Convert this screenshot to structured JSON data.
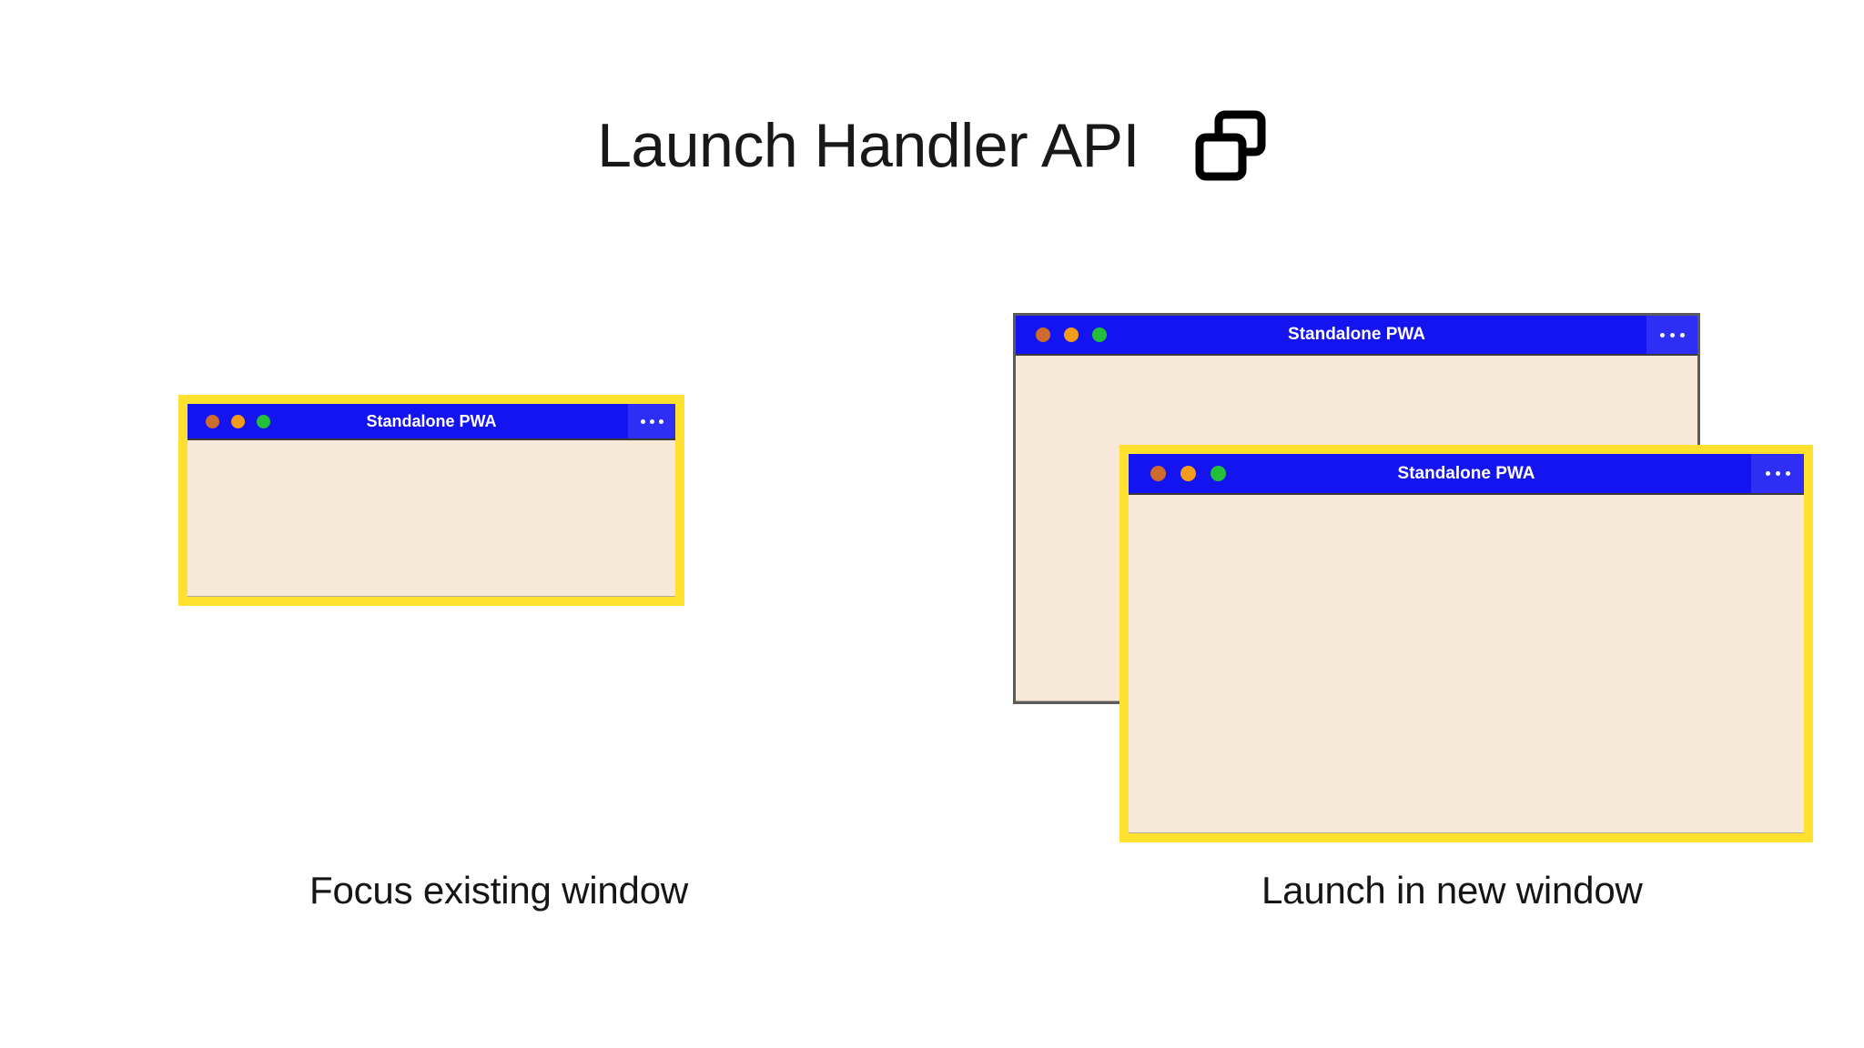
{
  "header": {
    "title": "Launch Handler API",
    "icon": "windows-overlap-icon"
  },
  "theme": {
    "page_background": "#FFFFFF",
    "titlebar_blue": "#1414F0",
    "menu_button_blue": "#2E2EF5",
    "window_body_cream": "#F7E9D7",
    "focus_border_yellow": "#FFE02E",
    "unfocused_border_gray": "#5A5A5A",
    "dot_close": "#CE6B2E",
    "dot_minimize": "#F59B1B",
    "dot_maximize": "#25C03A",
    "title_text": "#FFFFFF",
    "caption_text": "#151515"
  },
  "scenarios": [
    {
      "id": "focus-existing",
      "caption": "Focus existing window",
      "windows": [
        {
          "id": "window-focus-existing",
          "title": "Standalone PWA",
          "focused": true,
          "menu_label": "⋯"
        }
      ]
    },
    {
      "id": "new-window",
      "caption": "Launch in new window",
      "windows": [
        {
          "id": "window-background",
          "title": "Standalone PWA",
          "focused": false,
          "menu_label": "⋯"
        },
        {
          "id": "window-new",
          "title": "Standalone PWA",
          "focused": true,
          "menu_label": "⋯"
        }
      ]
    }
  ]
}
